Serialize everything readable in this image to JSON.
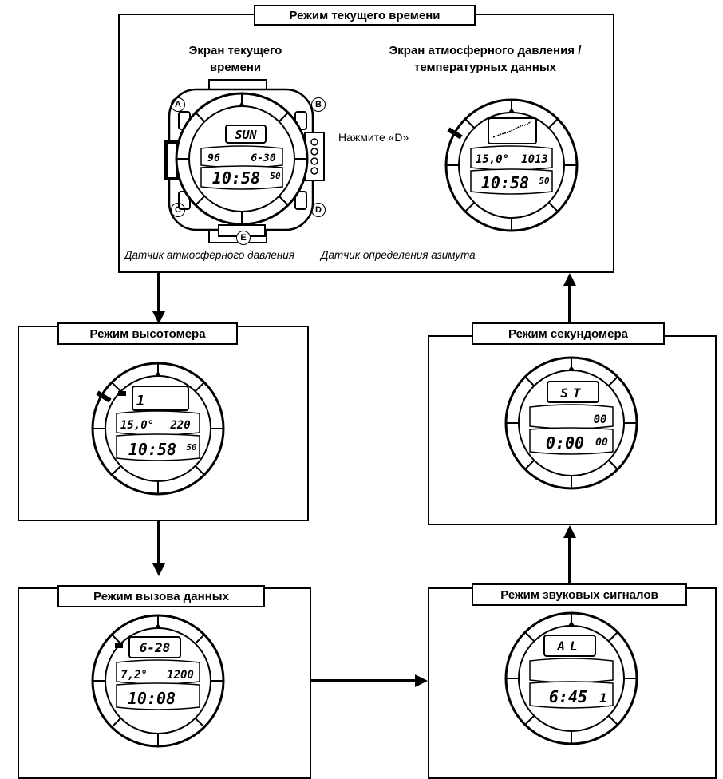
{
  "top": {
    "title": "Режим текущего времени",
    "left_heading": [
      "Экран текущего",
      "времени"
    ],
    "right_heading": [
      "Экран атмосферного давления /",
      "температурных данных"
    ],
    "press_label": "Нажмите «D»",
    "sensor_pressure": "Датчик атмосферного давления",
    "sensor_azimuth": "Датчик определения азимута",
    "buttons": {
      "a": "A",
      "b": "B",
      "c": "C",
      "d": "D",
      "e": "E"
    },
    "watch1": {
      "day": "SUN",
      "year": "96",
      "date": "6-30",
      "time": "10:58",
      "sec": "50"
    },
    "watch2": {
      "temp": "15,0°",
      "pressure": "1013",
      "time": "10:58",
      "sec": "50"
    }
  },
  "altimeter": {
    "title": "Режим высотомера",
    "mem": "1",
    "temp": "15,0°",
    "alt": "220",
    "time": "10:58",
    "sec": "50"
  },
  "recall": {
    "title": "Режим вызова данных",
    "date": "6-28",
    "temp": "7,2°",
    "alt": "1200",
    "time": "10:08"
  },
  "stopwatch": {
    "title": "Режим секундомера",
    "label": "ST",
    "laps": "00",
    "time": "0:00",
    "sec": "00"
  },
  "alarm": {
    "title": "Режим звуковых сигналов",
    "label": "AL",
    "time": "6:45",
    "num": "1"
  }
}
